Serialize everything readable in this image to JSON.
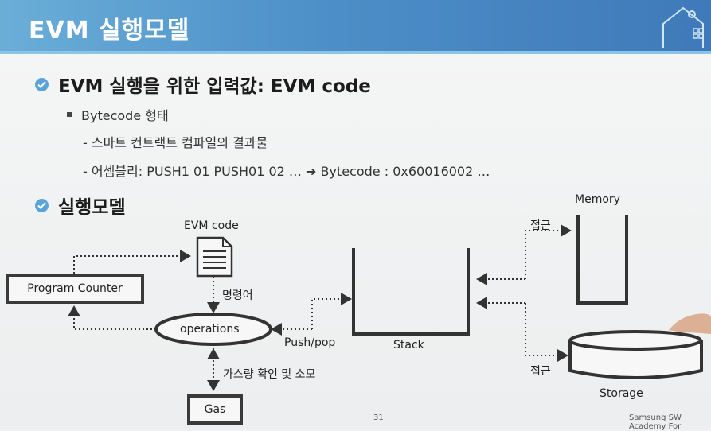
{
  "header": {
    "title": "EVM 실행모델"
  },
  "section1": {
    "heading": "EVM 실행을 위한 입력값: EVM code",
    "sub": "Bytecode 형태",
    "items": [
      "- 스마트 컨트랙트 컴파일의 결과물",
      "- 어셈블리: PUSH1 01 PUSH01 02 … ➔ Bytecode : 0x60016002 …"
    ]
  },
  "section2": {
    "heading": "실행모델"
  },
  "diagram": {
    "evm_code": "EVM code",
    "program_counter": "Program Counter",
    "instruction": "명령어",
    "operations": "operations",
    "push_pop": "Push/pop",
    "gas_check": "가스량 확인 및 소모",
    "gas": "Gas",
    "stack": "Stack",
    "memory": "Memory",
    "storage": "Storage",
    "access_top": "접근",
    "access_bottom": "접근"
  },
  "footer": {
    "page": "31",
    "brand": "Samsung SW Academy For"
  }
}
